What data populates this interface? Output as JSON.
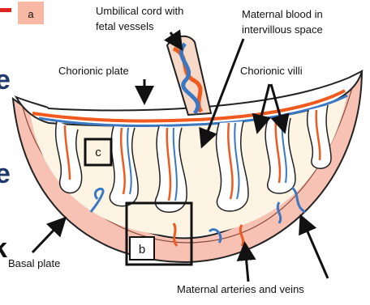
{
  "panel_letter": "a",
  "labels": {
    "umbilical_line1": "Umbilical cord with",
    "umbilical_line2": "fetal vessels",
    "maternal_blood_line1": "Maternal blood in",
    "maternal_blood_line2": "intervillous space",
    "chorionic_plate": "Chorionic plate",
    "chorionic_villi": "Chorionic villi",
    "basal_plate": "Basal plate",
    "maternal_arteries": "Maternal arteries and veins"
  },
  "box_labels": {
    "c": "c",
    "b": "b"
  },
  "edge_glyphs": [
    "e",
    "e",
    "k"
  ],
  "colors": {
    "fetal_artery": "#f05a1e",
    "fetal_vein": "#3a78c4",
    "basal_tissue": "#f7c1b4",
    "villi_fill": "#ffffff",
    "intervillous": "#fdf4e3",
    "panel_tag": "#f7b9a3",
    "accent_bar": "#e32222",
    "outline": "#222222"
  }
}
